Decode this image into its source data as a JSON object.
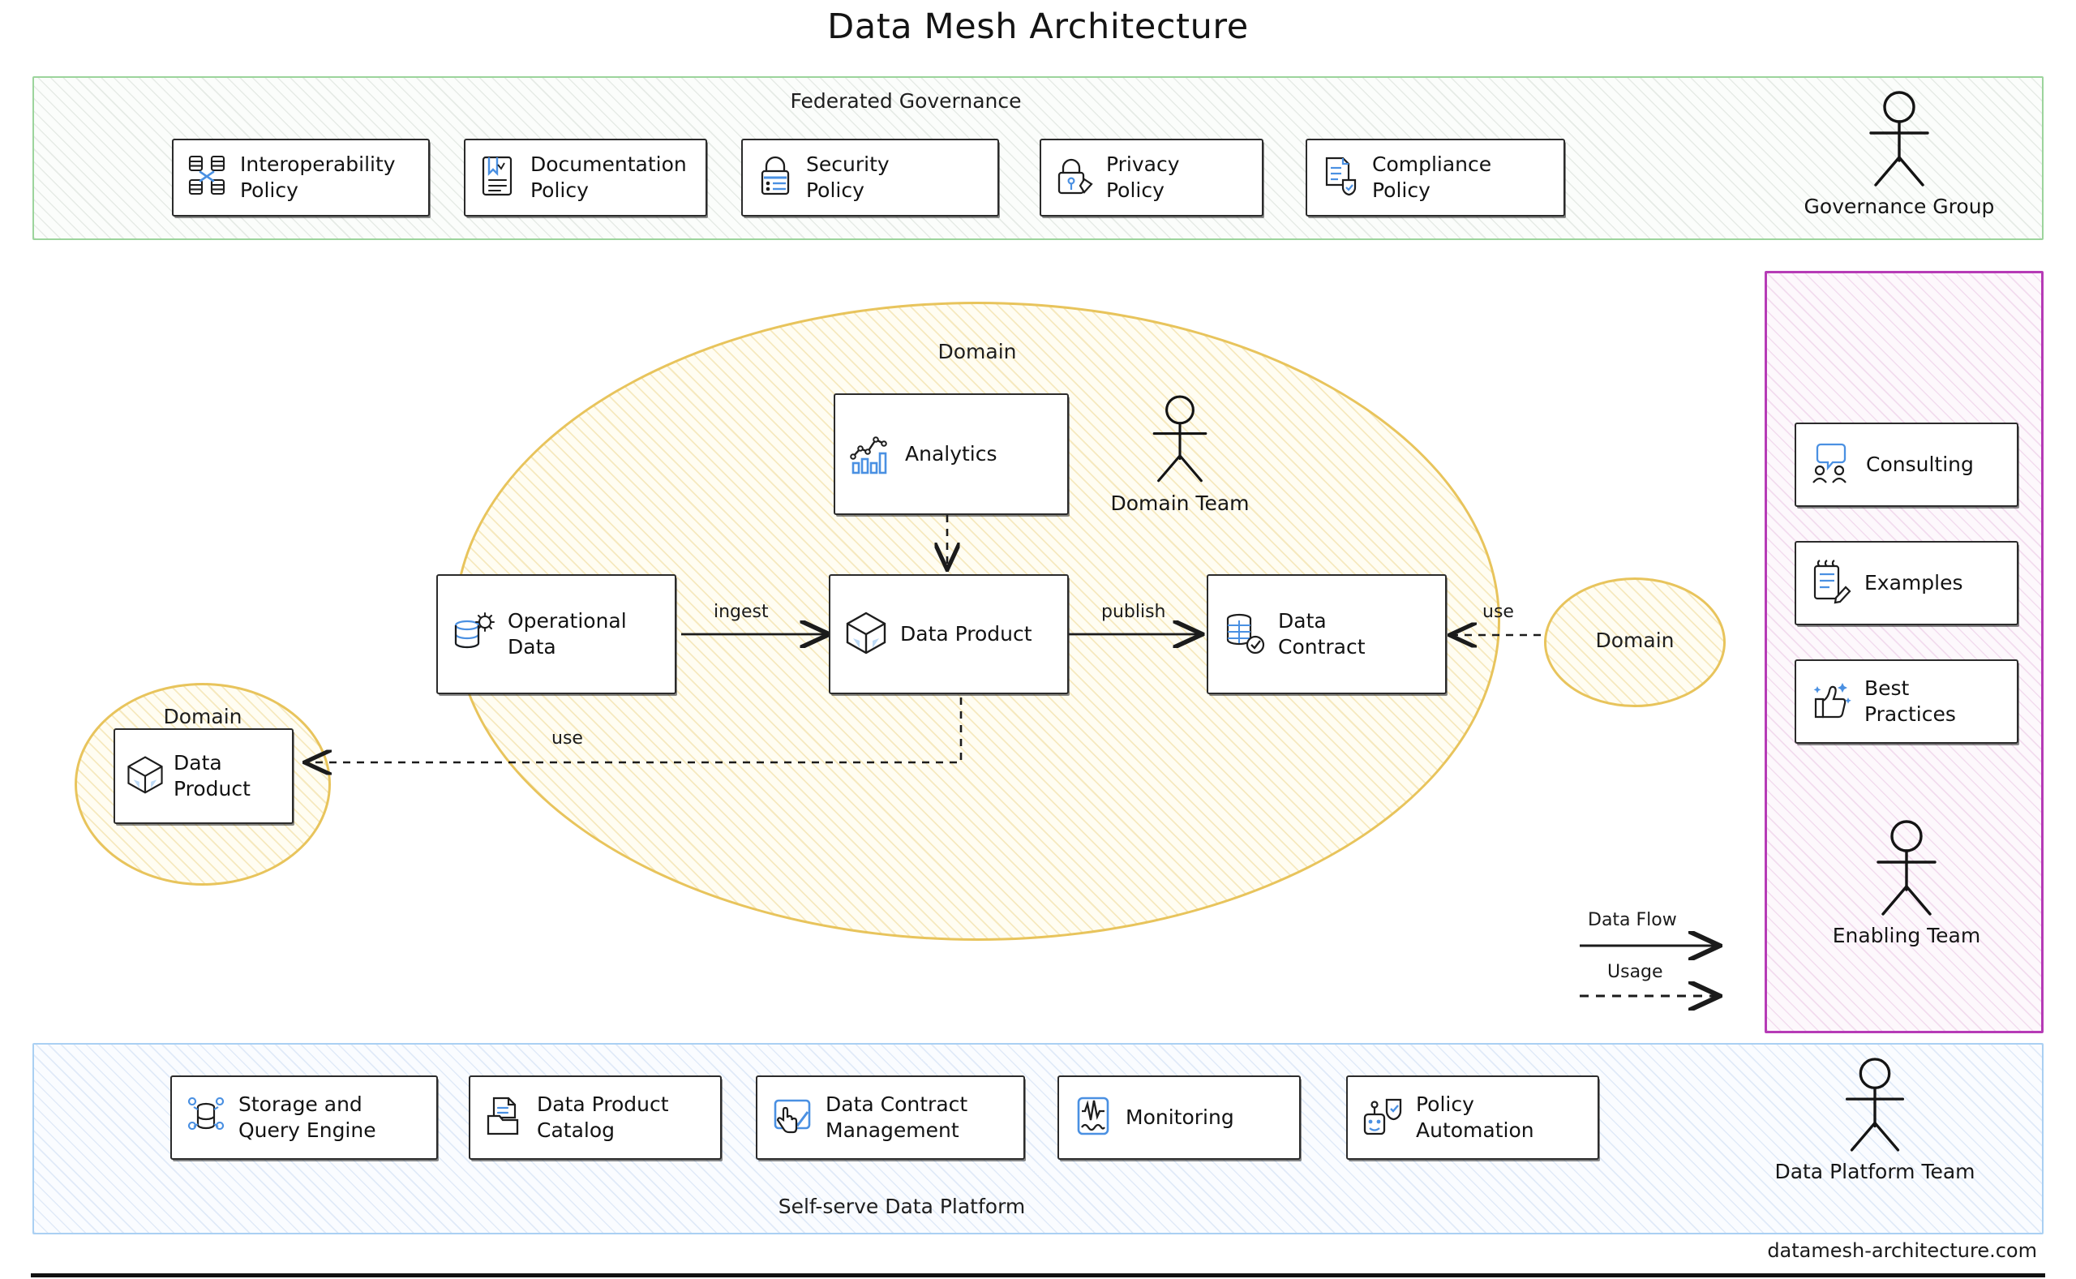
{
  "title": "Data Mesh Architecture",
  "footer": "datamesh-architecture.com",
  "colors": {
    "governance_border": "#9cd49c",
    "domain_ellipse": "#e8c45c",
    "enabling_border": "#b63bb6",
    "platform_border": "#aad0f3",
    "icon_accent": "#4a90e2",
    "ink": "#2b2b2b"
  },
  "governance": {
    "zone_label": "Federated Governance",
    "actor": {
      "name": "Governance Group",
      "icon": "stick-figure-icon"
    },
    "policies": [
      {
        "label": "Interoperability\nPolicy",
        "icon": "interoperability-icon"
      },
      {
        "label": "Documentation\nPolicy",
        "icon": "document-certificate-icon"
      },
      {
        "label": "Security\nPolicy",
        "icon": "lock-icon"
      },
      {
        "label": "Privacy\nPolicy",
        "icon": "privacy-lock-icon"
      },
      {
        "label": "Compliance\nPolicy",
        "icon": "compliance-shield-icon"
      }
    ]
  },
  "domain": {
    "main_ellipse_label": "Domain",
    "left_ellipse_label": "Domain",
    "right_ellipse_label": "Domain",
    "actor": {
      "name": "Domain Team",
      "icon": "stick-figure-icon"
    },
    "nodes": {
      "analytics": {
        "label": "Analytics",
        "icon": "analytics-chart-icon"
      },
      "operational_data": {
        "label": "Operational\nData",
        "icon": "database-gear-icon"
      },
      "data_product": {
        "label": "Data Product",
        "icon": "data-product-box-icon"
      },
      "data_contract": {
        "label": "Data\nContract",
        "icon": "table-check-icon"
      },
      "left_data_product": {
        "label": "Data\nProduct",
        "icon": "data-product-box-icon"
      }
    },
    "edges": [
      {
        "label": "ingest",
        "type": "data-flow"
      },
      {
        "label": "publish",
        "type": "data-flow"
      },
      {
        "label": "use",
        "type": "usage"
      },
      {
        "label": "use",
        "type": "usage"
      }
    ]
  },
  "enabling": {
    "actor": {
      "name": "Enabling Team",
      "icon": "stick-figure-icon"
    },
    "items": [
      {
        "label": "Consulting",
        "icon": "consulting-people-icon"
      },
      {
        "label": "Examples",
        "icon": "notepad-pencil-icon"
      },
      {
        "label": "Best\nPractices",
        "icon": "thumbs-up-sparkle-icon"
      }
    ]
  },
  "platform": {
    "zone_label": "Self-serve Data Platform",
    "actor": {
      "name": "Data Platform Team",
      "icon": "stick-figure-icon"
    },
    "items": [
      {
        "label": "Storage and\nQuery Engine",
        "icon": "database-nodes-icon"
      },
      {
        "label": "Data Product\nCatalog",
        "icon": "catalog-folder-icon"
      },
      {
        "label": "Data Contract\nManagement",
        "icon": "click-approve-icon"
      },
      {
        "label": "Monitoring",
        "icon": "waveform-monitor-icon"
      },
      {
        "label": "Policy\nAutomation",
        "icon": "robot-shield-icon"
      }
    ]
  },
  "legend": {
    "data_flow": "Data Flow",
    "usage": "Usage"
  }
}
